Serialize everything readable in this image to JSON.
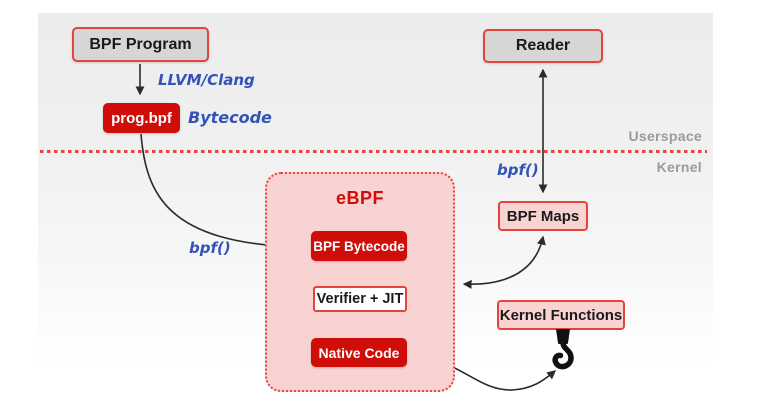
{
  "diagram": {
    "nodes": {
      "bpf_program": {
        "label": "BPF Program"
      },
      "prog_bpf": {
        "label": "prog.bpf"
      },
      "reader": {
        "label": "Reader"
      },
      "ebpf": {
        "title": "eBPF"
      },
      "bpf_bytecode": {
        "label": "BPF Bytecode"
      },
      "verifier_jit": {
        "label": "Verifier + JIT"
      },
      "native_code": {
        "label": "Native Code"
      },
      "bpf_maps": {
        "label": "BPF Maps"
      },
      "kernel_functions": {
        "label": "Kernel Functions"
      }
    },
    "annotations": {
      "llvm_clang": "LLVM/Clang",
      "bytecode": "Bytecode",
      "bpf_call_left": "bpf()",
      "bpf_call_right": "bpf()",
      "userspace": "Userspace",
      "kernel": "Kernel"
    },
    "icons": {
      "hook": "crane-hook-icon"
    }
  },
  "colors": {
    "box_red": "#cf0d09",
    "border_red": "#e5433e",
    "divider_red": "#e8433c",
    "pink_fill": "#f8d3d2",
    "gray_fill": "#d6d6d6",
    "blue_text": "#3353b7",
    "gray_text": "#9b9b9b",
    "arrow_dark": "#2b2b2b",
    "arrow_gray": "#9a9a9a"
  }
}
